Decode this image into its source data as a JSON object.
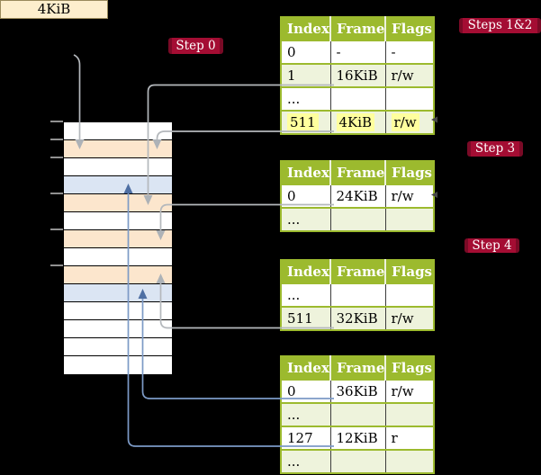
{
  "register": {
    "label": "4KiB"
  },
  "badges": {
    "step0": "Step 0",
    "steps12": "Steps 1&2",
    "step3": "Step 3",
    "step4": "Step 4"
  },
  "table_headers": [
    "Index",
    "Frame",
    "Flags"
  ],
  "tables": [
    {
      "id": "table-1",
      "rows": [
        [
          "0",
          "-",
          "-"
        ],
        [
          "1",
          "16KiB",
          "r/w"
        ],
        [
          "...",
          "",
          ""
        ],
        [
          "511",
          "4KiB",
          "r/w"
        ]
      ],
      "highlighted_row": 3
    },
    {
      "id": "table-2",
      "rows": [
        [
          "0",
          "24KiB",
          "r/w"
        ],
        [
          "...",
          "",
          ""
        ]
      ]
    },
    {
      "id": "table-3",
      "rows": [
        [
          "...",
          "",
          ""
        ],
        [
          "511",
          "32KiB",
          "r/w"
        ]
      ]
    },
    {
      "id": "table-4",
      "rows": [
        [
          "0",
          "36KiB",
          "r/w"
        ],
        [
          "...",
          "",
          ""
        ],
        [
          "127",
          "12KiB",
          "r"
        ],
        [
          "...",
          "",
          ""
        ]
      ]
    }
  ],
  "memory_strip": {
    "row_colors": [
      "white",
      "peach",
      "white",
      "blue",
      "peach",
      "white",
      "peach",
      "white",
      "peach",
      "blue",
      "white",
      "white",
      "white",
      "white"
    ],
    "tick_count": 6
  },
  "colors": {
    "background": "#000000",
    "badge": "#a40d33",
    "table_header_green": "#9cba2e",
    "table_row_shaded": "#eef3dc",
    "highlight_yellow": "#ffff9e",
    "register_fill": "#fdeecd",
    "memory_peach": "#fce6cd",
    "memory_blue": "#dbe5f3",
    "connector_gray": "#b4b8bc",
    "connector_blue": "#7c9ac6"
  }
}
